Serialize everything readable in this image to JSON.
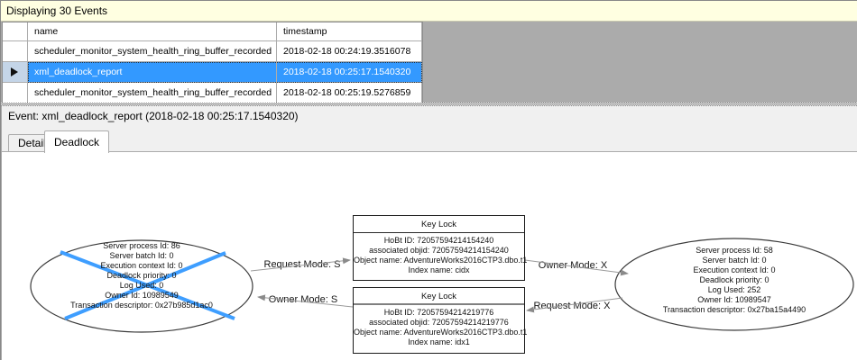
{
  "header": {
    "title": "Displaying 30 Events"
  },
  "grid": {
    "columns": {
      "name": "name",
      "timestamp": "timestamp"
    },
    "rows": [
      {
        "name": "scheduler_monitor_system_health_ring_buffer_recorded",
        "timestamp": "2018-02-18 00:24:19.3516078",
        "selected": false
      },
      {
        "name": "xml_deadlock_report",
        "timestamp": "2018-02-18 00:25:17.1540320",
        "selected": true
      },
      {
        "name": "scheduler_monitor_system_health_ring_buffer_recorded",
        "timestamp": "2018-02-18 00:25:19.5276859",
        "selected": false
      }
    ]
  },
  "event_bar": {
    "text": "Event: xml_deadlock_report (2018-02-18 00:25:17.1540320)"
  },
  "tabs": [
    {
      "label": "Details",
      "active": false
    },
    {
      "label": "Deadlock",
      "active": true
    }
  ],
  "graph": {
    "left_process": {
      "victim": true,
      "lines": [
        "Server process Id: 86",
        "Server batch Id: 0",
        "Execution context Id: 0",
        "Deadlock priority: 0",
        "Log Used: 0",
        "Owner Id: 10989549",
        "Transaction descriptor: 0x27b985d1ac0"
      ]
    },
    "right_process": {
      "victim": false,
      "lines": [
        "Server process Id: 58",
        "Server batch Id: 0",
        "Execution context Id: 0",
        "Deadlock priority: 0",
        "Log Used: 252",
        "Owner Id: 10989547",
        "Transaction descriptor: 0x27ba15a4490"
      ]
    },
    "top_lock": {
      "title": "Key Lock",
      "lines": [
        "HoBt ID: 72057594214154240",
        "associated objid: 72057594214154240",
        "Object name: AdventureWorks2016CTP3.dbo.t1",
        "Index name: cidx"
      ]
    },
    "bottom_lock": {
      "title": "Key Lock",
      "lines": [
        "HoBt ID: 72057594214219776",
        "associated objid: 72057594214219776",
        "Object name: AdventureWorks2016CTP3.dbo.t1",
        "Index name: idx1"
      ]
    },
    "edges": {
      "request_s": "Request Mode: S",
      "owner_s": "Owner Mode: S",
      "owner_x": "Owner Mode: X",
      "request_x": "Request Mode: X"
    }
  },
  "colors": {
    "selection_blue": "#3399FF",
    "victim_cross_blue": "#3E9EFF",
    "info_bar_bg": "#FFFFE1",
    "grid_filler_gray": "#ABABAB"
  }
}
